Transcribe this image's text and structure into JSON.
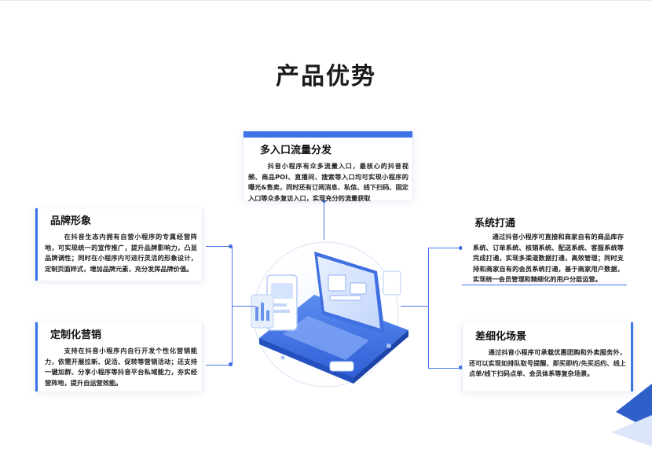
{
  "page": {
    "title": "产品优势"
  },
  "cards": {
    "top": {
      "title": "多入口流量分发",
      "text": "抖音小程序有众多流量入口，最核心的抖音视频、商品POI、直播间、搜索等入口均可实现小程序的曝光&售卖，同时还有订阅消息、私信、线下扫码、固定入口等众多复访入口，实现充分的流量获取"
    },
    "brand": {
      "title": "品牌形象",
      "text": "在抖音生态内拥有自营小程序的专属经营阵地，可实现统一的宣传推广，提升品牌影响力，凸显品牌调性；同时在小程序内可进行灵活的形象设计，定制页面样式，增加品牌元素，充分发挥品牌价值。"
    },
    "marketing": {
      "title": "定制化营销",
      "text": "支持在抖音小程序内自行开发个性化营销能力，依需开展拉新、促活、促转等营销活动；还支持一键加群、分享小程序等抖音平台私域能力，夯实经营阵地，提升自运营效能。"
    },
    "system": {
      "title": "系统打通",
      "text": "通过抖音小程序可直接和商家自有的商品库存系统、订单系统、核销系统、配送系统、客服系统等完成打通，实现多渠道数据打通，高效管理；同时支持和商家自有的会员系统打通，基于商家用户数据，实现统一会员管理和精细化的用户分层运营。"
    },
    "scene": {
      "title": "差细化场景",
      "text": "通过抖音小程序可承载优惠团购和外卖服务外，还可以实现如排队取号提醒、即买即约/先买后约、线上点单/线下扫码点单、会员体系等复杂场景。"
    }
  },
  "colors": {
    "accent": "#3d73e8",
    "title": "#1b1b1b",
    "text": "#1f1f1f"
  }
}
